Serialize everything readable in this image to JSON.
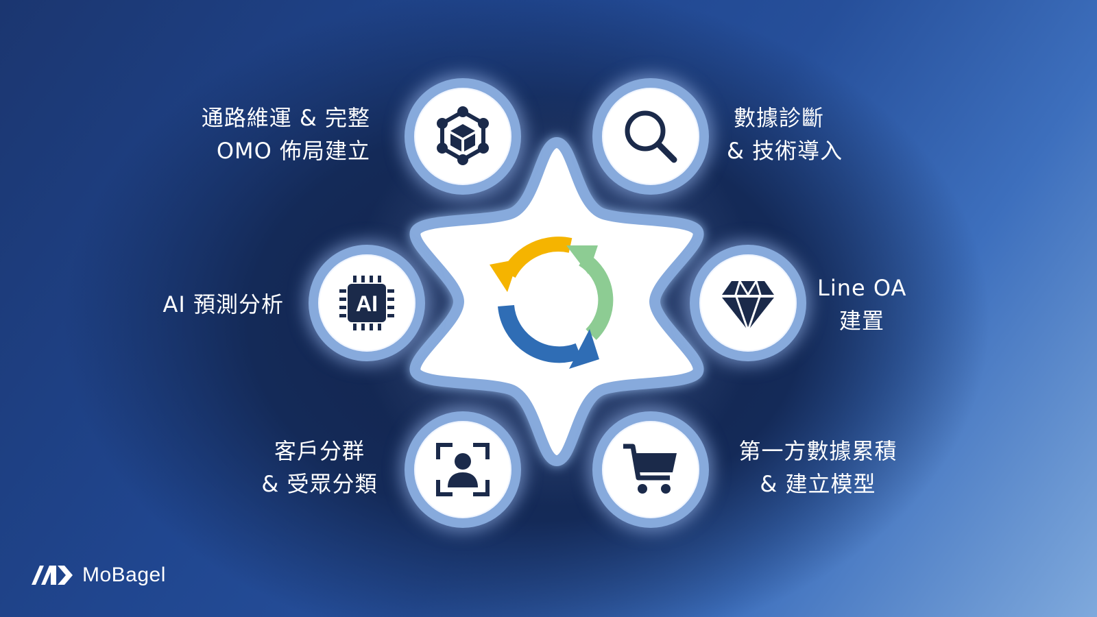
{
  "diagram": {
    "center": {
      "icon": "cycle-arrows-icon",
      "colors": [
        "#f5b400",
        "#8dcc93",
        "#2f6db5"
      ]
    },
    "nodes": [
      {
        "id": "omo",
        "icon": "network-cube-icon",
        "lines": [
          "通路維運 & 完整",
          "OMO 佈局建立"
        ]
      },
      {
        "id": "data",
        "icon": "magnifier-icon",
        "lines": [
          "數據診斷",
          "& 技術導入"
        ]
      },
      {
        "id": "ai",
        "icon": "ai-chip-icon",
        "chip_text": "AI",
        "lines": [
          "AI 預測分析"
        ]
      },
      {
        "id": "line",
        "icon": "diamond-icon",
        "lines": [
          "Line OA",
          "建置"
        ]
      },
      {
        "id": "segment",
        "icon": "user-scan-icon",
        "lines": [
          "客戶分群",
          "& 受眾分類"
        ]
      },
      {
        "id": "firstparty",
        "icon": "shopping-cart-icon",
        "lines": [
          "第一方數據累積",
          "& 建立模型"
        ]
      }
    ]
  },
  "colors": {
    "node_ring": "#87aadc",
    "icon_dark": "#1b2a4a",
    "text": "#ffffff"
  },
  "brand": {
    "name": "MoBagel",
    "icon": "mobagel-logo-icon"
  }
}
